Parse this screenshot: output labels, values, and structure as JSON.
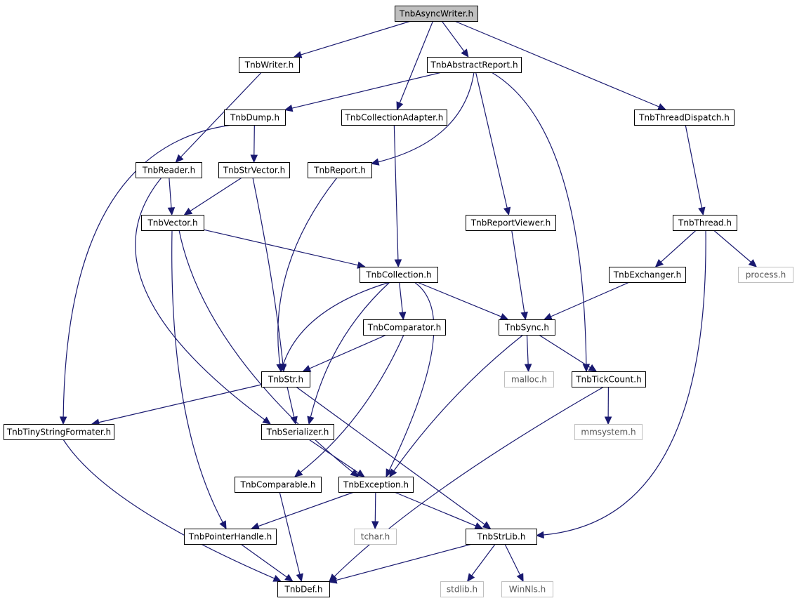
{
  "colors": {
    "edge": "#191970",
    "root_fill": "#bfbfbf",
    "node_border": "#000000",
    "external_border": "#bfbfbf",
    "background": "#ffffff"
  },
  "nodes": [
    {
      "id": "asyncwriter",
      "label": "TnbAsyncWriter.h",
      "kind": "root"
    },
    {
      "id": "writer",
      "label": "TnbWriter.h",
      "kind": "header"
    },
    {
      "id": "abstractreport",
      "label": "TnbAbstractReport.h",
      "kind": "header"
    },
    {
      "id": "dump",
      "label": "TnbDump.h",
      "kind": "header"
    },
    {
      "id": "collectionadapter",
      "label": "TnbCollectionAdapter.h",
      "kind": "header"
    },
    {
      "id": "threaddispatch",
      "label": "TnbThreadDispatch.h",
      "kind": "header"
    },
    {
      "id": "reader",
      "label": "TnbReader.h",
      "kind": "header"
    },
    {
      "id": "strvector",
      "label": "TnbStrVector.h",
      "kind": "header"
    },
    {
      "id": "report",
      "label": "TnbReport.h",
      "kind": "header"
    },
    {
      "id": "vector",
      "label": "TnbVector.h",
      "kind": "header"
    },
    {
      "id": "reportviewer",
      "label": "TnbReportViewer.h",
      "kind": "header"
    },
    {
      "id": "thread",
      "label": "TnbThread.h",
      "kind": "header"
    },
    {
      "id": "collection",
      "label": "TnbCollection.h",
      "kind": "header"
    },
    {
      "id": "exchanger",
      "label": "TnbExchanger.h",
      "kind": "header"
    },
    {
      "id": "process",
      "label": "process.h",
      "kind": "external"
    },
    {
      "id": "comparator",
      "label": "TnbComparator.h",
      "kind": "header"
    },
    {
      "id": "sync",
      "label": "TnbSync.h",
      "kind": "header"
    },
    {
      "id": "str",
      "label": "TnbStr.h",
      "kind": "header"
    },
    {
      "id": "malloc",
      "label": "malloc.h",
      "kind": "external"
    },
    {
      "id": "tickcount",
      "label": "TnbTickCount.h",
      "kind": "header"
    },
    {
      "id": "tinystringformater",
      "label": "TnbTinyStringFormater.h",
      "kind": "header"
    },
    {
      "id": "serializer",
      "label": "TnbSerializer.h",
      "kind": "header"
    },
    {
      "id": "mmsystem",
      "label": "mmsystem.h",
      "kind": "external"
    },
    {
      "id": "comparable",
      "label": "TnbComparable.h",
      "kind": "header"
    },
    {
      "id": "exception",
      "label": "TnbException.h",
      "kind": "header"
    },
    {
      "id": "pointerhandle",
      "label": "TnbPointerHandle.h",
      "kind": "header"
    },
    {
      "id": "tchar",
      "label": "tchar.h",
      "kind": "external"
    },
    {
      "id": "strlib",
      "label": "TnbStrLib.h",
      "kind": "header"
    },
    {
      "id": "def",
      "label": "TnbDef.h",
      "kind": "header"
    },
    {
      "id": "stdlib",
      "label": "stdlib.h",
      "kind": "external"
    },
    {
      "id": "winnls",
      "label": "WinNls.h",
      "kind": "external"
    }
  ],
  "edges": [
    {
      "from": "asyncwriter",
      "to": "writer"
    },
    {
      "from": "asyncwriter",
      "to": "collectionadapter"
    },
    {
      "from": "asyncwriter",
      "to": "abstractreport"
    },
    {
      "from": "asyncwriter",
      "to": "threaddispatch"
    },
    {
      "from": "writer",
      "to": "reader"
    },
    {
      "from": "abstractreport",
      "to": "dump"
    },
    {
      "from": "abstractreport",
      "to": "report"
    },
    {
      "from": "abstractreport",
      "to": "reportviewer"
    },
    {
      "from": "abstractreport",
      "to": "tickcount"
    },
    {
      "from": "dump",
      "to": "strvector"
    },
    {
      "from": "dump",
      "to": "tinystringformater"
    },
    {
      "from": "collectionadapter",
      "to": "collection"
    },
    {
      "from": "threaddispatch",
      "to": "thread"
    },
    {
      "from": "reader",
      "to": "vector"
    },
    {
      "from": "reader",
      "to": "serializer"
    },
    {
      "from": "strvector",
      "to": "vector"
    },
    {
      "from": "strvector",
      "to": "str"
    },
    {
      "from": "report",
      "to": "str"
    },
    {
      "from": "vector",
      "to": "collection"
    },
    {
      "from": "vector",
      "to": "pointerhandle"
    },
    {
      "from": "vector",
      "to": "exception"
    },
    {
      "from": "reportviewer",
      "to": "sync"
    },
    {
      "from": "thread",
      "to": "exchanger"
    },
    {
      "from": "thread",
      "to": "process"
    },
    {
      "from": "thread",
      "to": "strlib"
    },
    {
      "from": "collection",
      "to": "comparator"
    },
    {
      "from": "collection",
      "to": "sync"
    },
    {
      "from": "collection",
      "to": "str"
    },
    {
      "from": "collection",
      "to": "serializer"
    },
    {
      "from": "collection",
      "to": "exception"
    },
    {
      "from": "exchanger",
      "to": "sync"
    },
    {
      "from": "comparator",
      "to": "str"
    },
    {
      "from": "comparator",
      "to": "comparable"
    },
    {
      "from": "sync",
      "to": "malloc"
    },
    {
      "from": "sync",
      "to": "tickcount"
    },
    {
      "from": "sync",
      "to": "exception"
    },
    {
      "from": "str",
      "to": "tinystringformater"
    },
    {
      "from": "str",
      "to": "serializer"
    },
    {
      "from": "str",
      "to": "strlib"
    },
    {
      "from": "tickcount",
      "to": "mmsystem"
    },
    {
      "from": "tickcount",
      "to": "def"
    },
    {
      "from": "tinystringformater",
      "to": "def"
    },
    {
      "from": "serializer",
      "to": "exception"
    },
    {
      "from": "comparable",
      "to": "def"
    },
    {
      "from": "exception",
      "to": "pointerhandle"
    },
    {
      "from": "exception",
      "to": "tchar"
    },
    {
      "from": "exception",
      "to": "strlib"
    },
    {
      "from": "pointerhandle",
      "to": "def"
    },
    {
      "from": "strlib",
      "to": "def"
    },
    {
      "from": "strlib",
      "to": "stdlib"
    },
    {
      "from": "strlib",
      "to": "winnls"
    }
  ]
}
